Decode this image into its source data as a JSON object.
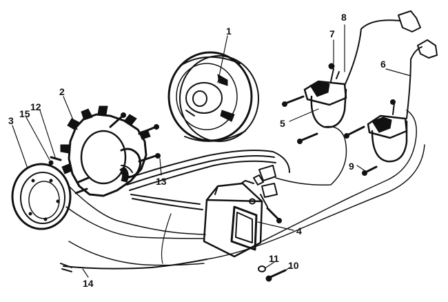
{
  "callouts": [
    {
      "id": "c1",
      "text": "1"
    },
    {
      "id": "c2",
      "text": "2"
    },
    {
      "id": "c3",
      "text": "3"
    },
    {
      "id": "c4",
      "text": "4"
    },
    {
      "id": "c5",
      "text": "5"
    },
    {
      "id": "c6",
      "text": "6"
    },
    {
      "id": "c7",
      "text": "7"
    },
    {
      "id": "c8",
      "text": "8"
    },
    {
      "id": "c9",
      "text": "9"
    },
    {
      "id": "c10",
      "text": "10"
    },
    {
      "id": "c11",
      "text": "11"
    },
    {
      "id": "c12",
      "text": "12"
    },
    {
      "id": "c13",
      "text": "13"
    },
    {
      "id": "c14",
      "text": "14"
    },
    {
      "id": "c15",
      "text": "15"
    }
  ],
  "colors": {
    "ink": "#111111",
    "background": "#ffffff"
  }
}
